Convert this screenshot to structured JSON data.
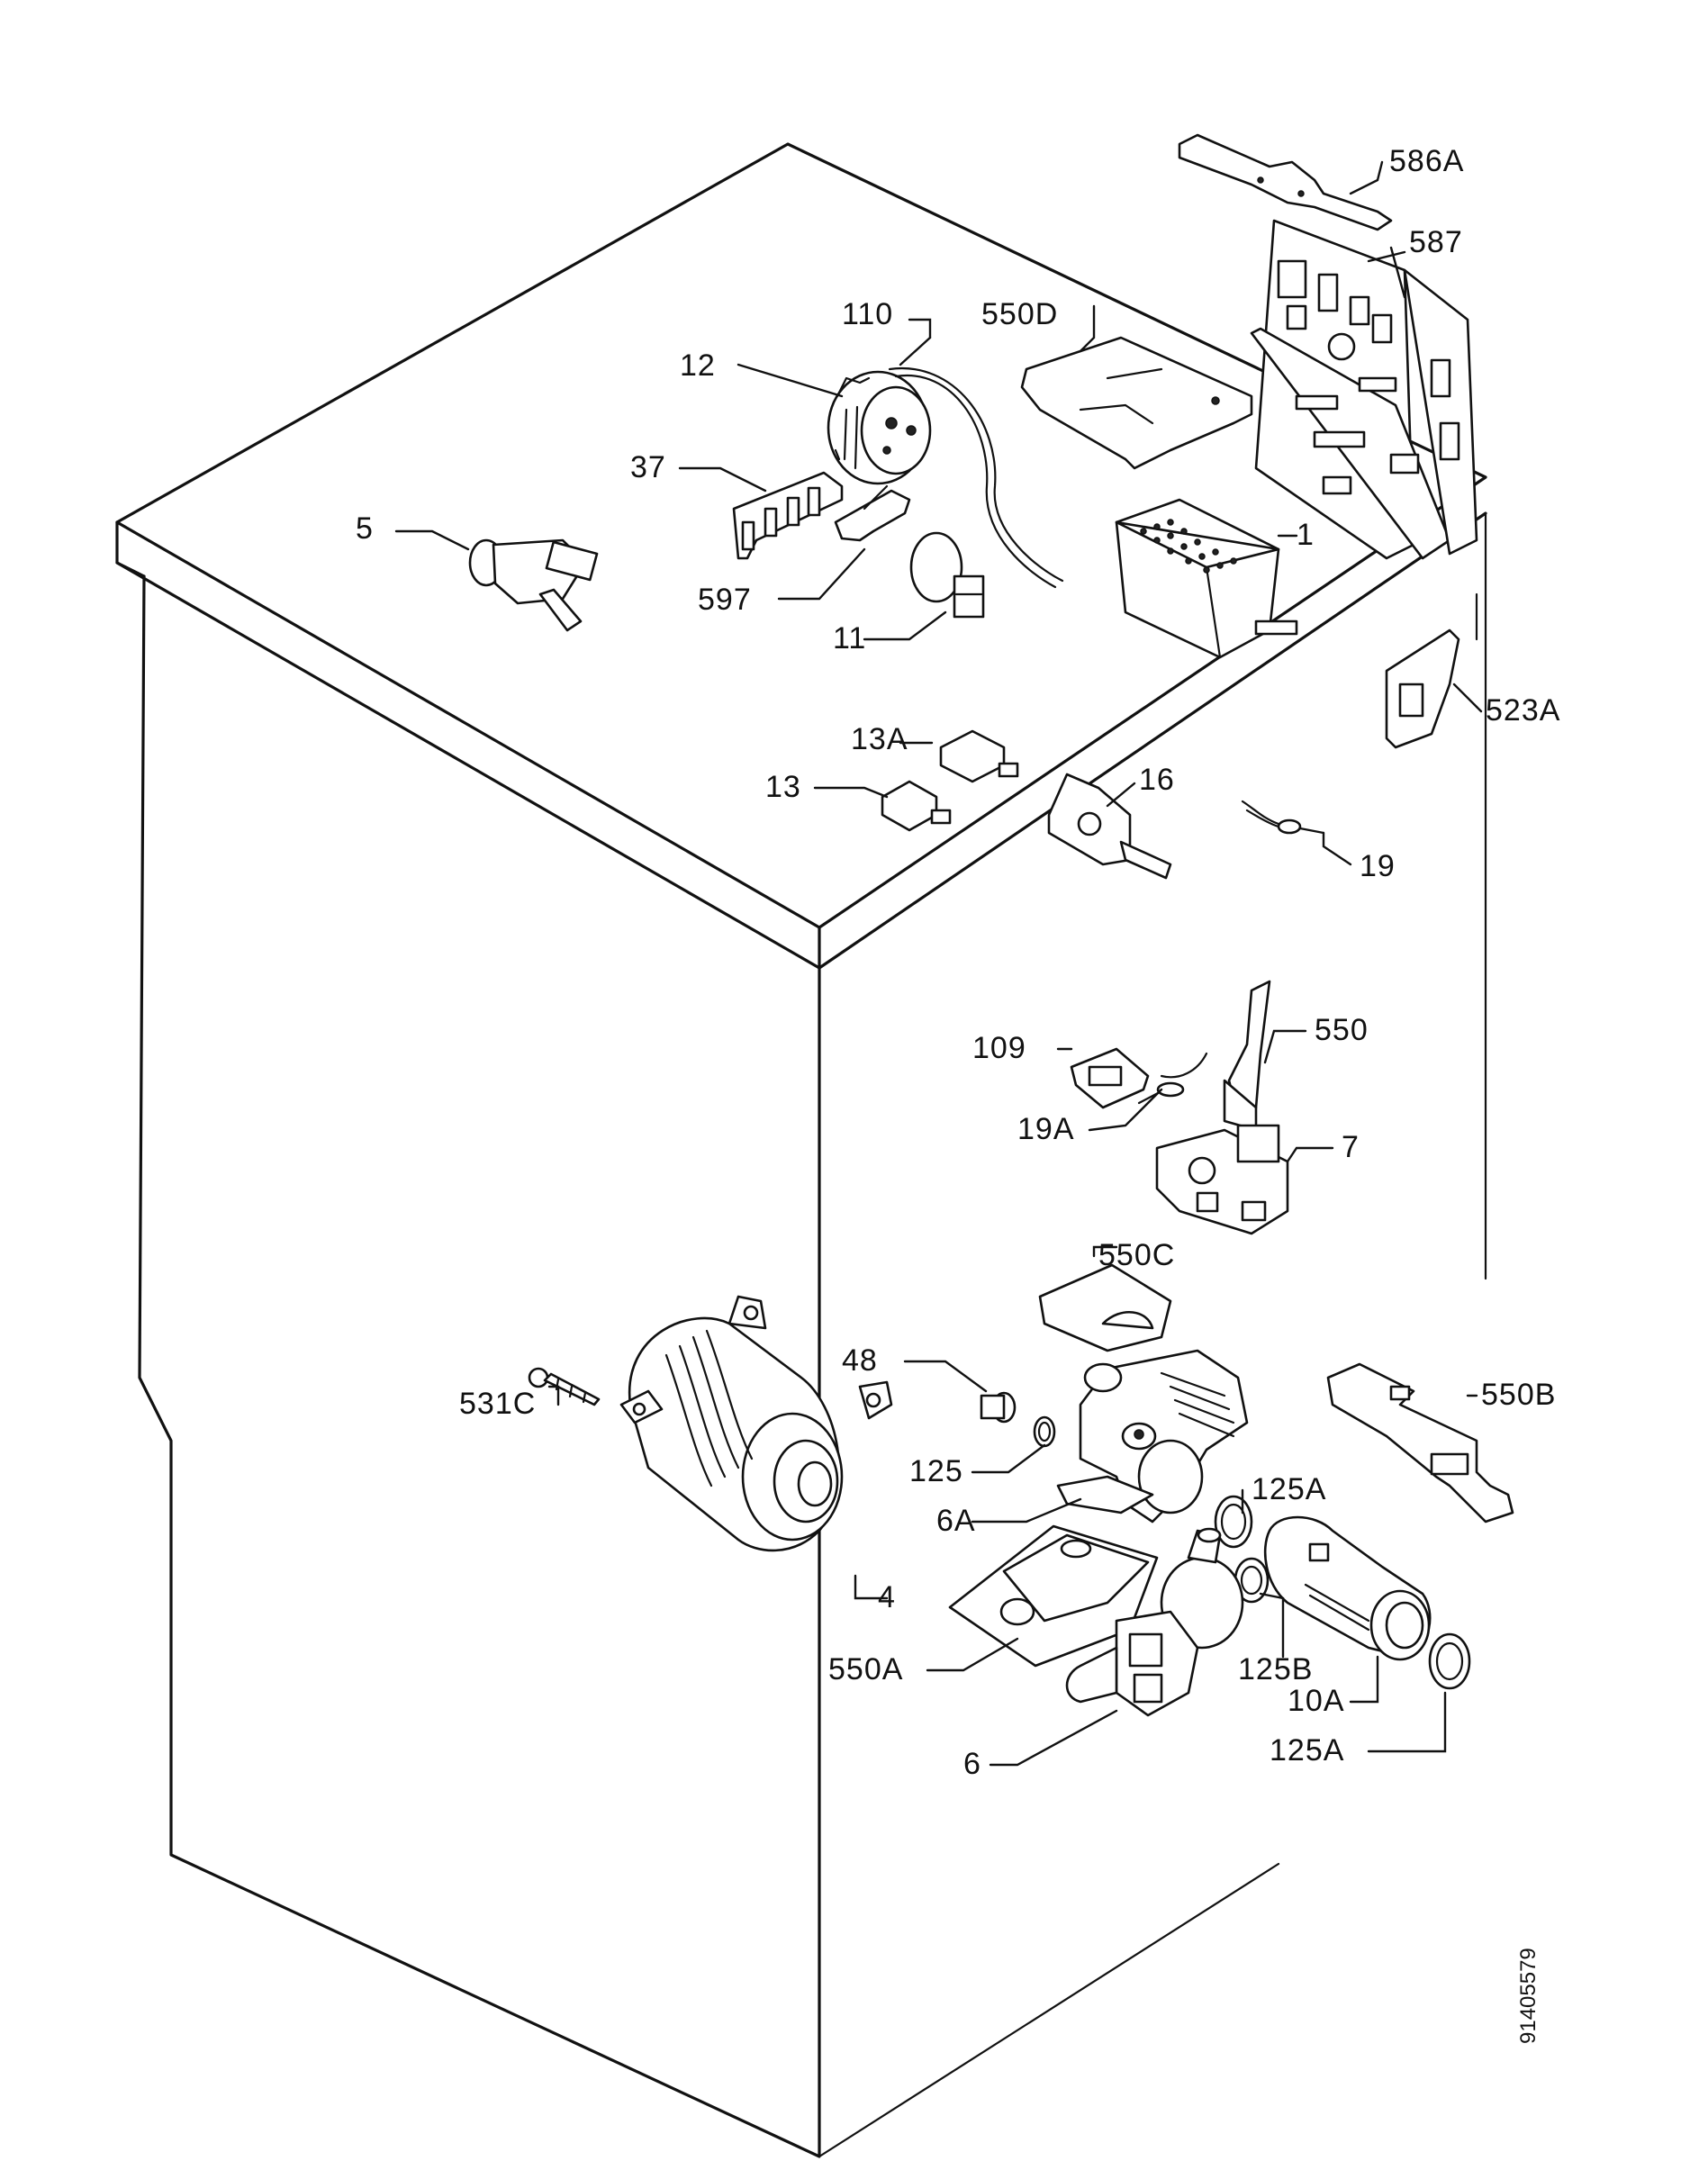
{
  "labels": {
    "l586A": "586A",
    "l587": "587",
    "l110": "110",
    "l550D": "550D",
    "l12": "12",
    "l37": "37",
    "l5": "5",
    "l597": "597",
    "l11": "11",
    "l1": "1",
    "l523A": "523A",
    "l13A": "13A",
    "l13": "13",
    "l16": "16",
    "l19": "19",
    "l109": "109",
    "l550": "550",
    "l19A": "19A",
    "l7": "7",
    "l550C": "550C",
    "l48": "48",
    "l531C": "531C",
    "l550B": "550B",
    "l125": "125",
    "l125A_top": "125A",
    "l6A": "6A",
    "l4": "4",
    "l125B": "125B",
    "l550A": "550A",
    "l10A": "10A",
    "l125A_bottom": "125A",
    "l6": "6"
  },
  "doc_number": "91405579"
}
